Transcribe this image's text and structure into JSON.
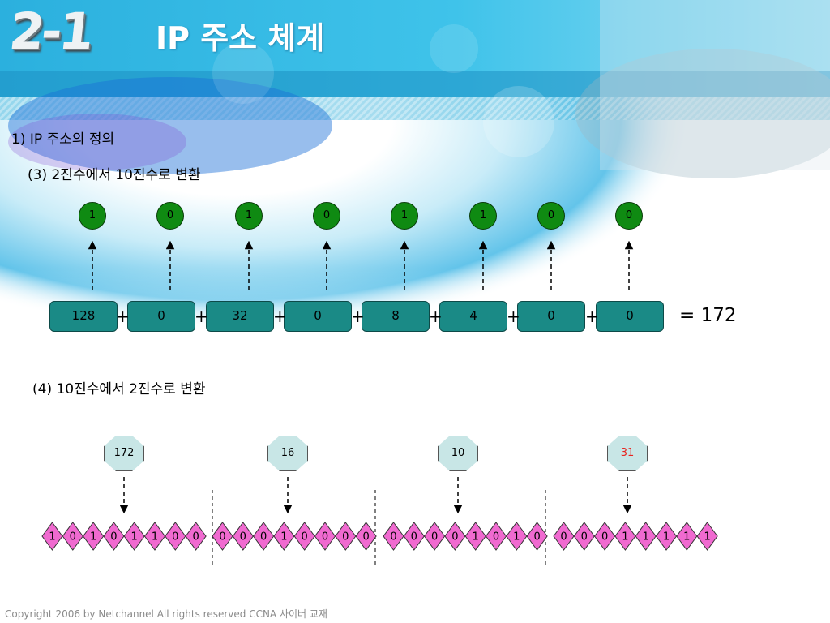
{
  "slide": {
    "chapter_number": "2-1",
    "title": "IP 주소 체계",
    "section_heading": "1) IP 주소의 정의",
    "subheading_binary_to_decimal": "(3)  2진수에서 10진수로 변환",
    "subheading_decimal_to_binary": "(4)  10진수에서 2진수로 변환",
    "footer": "Copyright 2006 by Netchannel All rights reserved CCNA 사이버 교재"
  },
  "binary_to_decimal": {
    "bits": [
      "1",
      "0",
      "1",
      "0",
      "1",
      "1",
      "0",
      "0"
    ],
    "place_values": [
      "128",
      "0",
      "32",
      "0",
      "8",
      "4",
      "0",
      "0"
    ],
    "plus_sign": "+",
    "result": "= 172"
  },
  "decimal_to_binary": {
    "octets": [
      {
        "value": "172",
        "color": "#000000",
        "bits": [
          "1",
          "0",
          "1",
          "0",
          "1",
          "1",
          "0",
          "0"
        ]
      },
      {
        "value": "16",
        "color": "#000000",
        "bits": [
          "0",
          "0",
          "0",
          "1",
          "0",
          "0",
          "0",
          "0"
        ]
      },
      {
        "value": "10",
        "color": "#000000",
        "bits": [
          "0",
          "0",
          "0",
          "0",
          "1",
          "0",
          "1",
          "0"
        ]
      },
      {
        "value": "31",
        "color": "#e8231e",
        "bits": [
          "0",
          "0",
          "0",
          "1",
          "1",
          "1",
          "1",
          "1"
        ]
      }
    ]
  },
  "colors": {
    "bit_circle_fill": "#0f8a12",
    "value_box_fill": "#1a8a86",
    "octet_fill": "#c8e6e6",
    "diamond_fill": "#f06ad0",
    "header_blue": "#1aa3d8"
  }
}
